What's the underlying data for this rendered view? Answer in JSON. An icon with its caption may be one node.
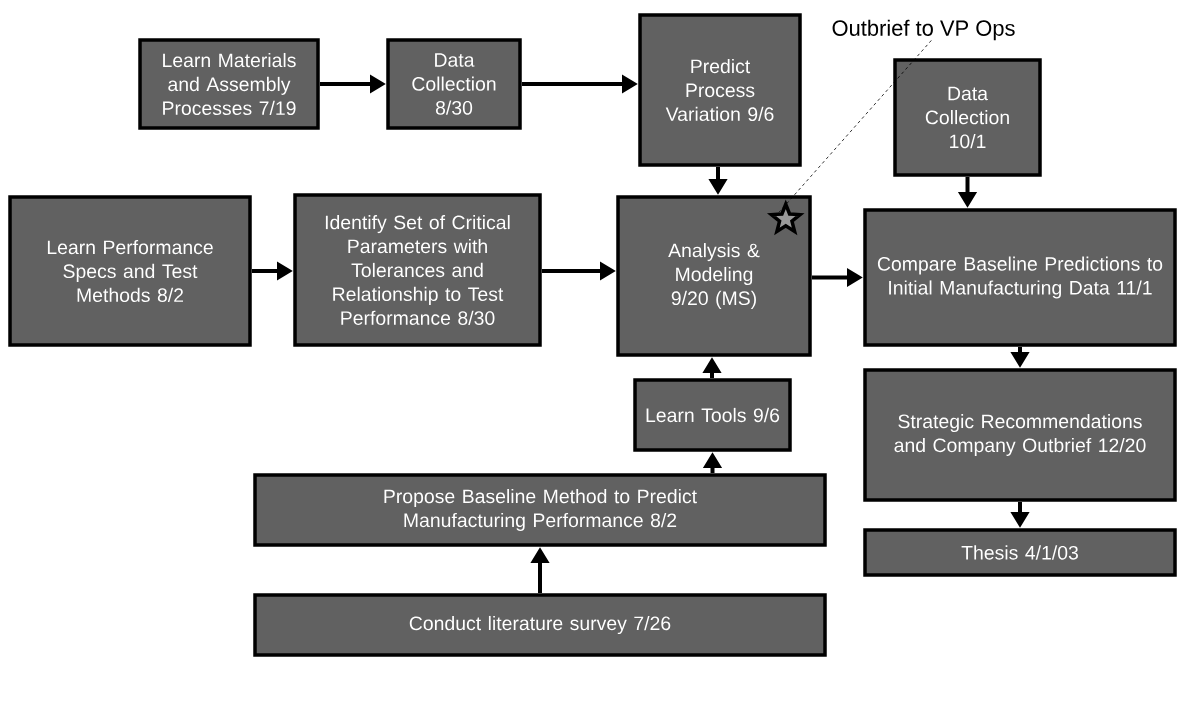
{
  "diagram": {
    "nodes": [
      {
        "text": [
          "Learn Materials and Assembly Processes 7/19"
        ]
      },
      {
        "text": [
          "Data Collection 8/30"
        ]
      },
      {
        "text": [
          "Predict Process Variation 9/6"
        ]
      },
      {
        "text": [
          "Outbrief to VP Ops"
        ]
      },
      {
        "text": [
          "Data Collection 10/1"
        ]
      },
      {
        "text": [
          "Learn Performance Specs and Test Methods 8/2"
        ]
      },
      {
        "text": [
          "Identify Set of Critical Parameters with Tolerances and Relationship to Test Performance 8/30"
        ]
      },
      {
        "text": [
          "Analysis & Modeling 9/20 (MS)"
        ]
      },
      {
        "text": [],
        "shape": "star",
        "in": 7
      },
      {
        "text": [
          "Compare Baseline Predictions to Initial Manufacturing Data 11/1"
        ]
      },
      {
        "text": [
          "Learn Tools 9/6"
        ]
      },
      {
        "text": [
          "Strategic Recommendations and Company Outbrief 12/20"
        ]
      },
      {
        "text": [
          "Propose Baseline Method to Predict Manufacturing Performance 8/2"
        ]
      },
      {
        "text": [
          "Thesis 4/1/03"
        ]
      },
      {
        "text": [
          "Conduct literature survey 7/26"
        ]
      }
    ],
    "edges": [
      {
        "from": 0,
        "to": 1,
        "arrow": "to"
      },
      {
        "from": 1,
        "to": 2,
        "arrow": "to"
      },
      {
        "from": 2,
        "to": 7,
        "arrow": "to"
      },
      {
        "from": 3,
        "to": 8,
        "arrow": "none",
        "style": "dashed"
      },
      {
        "from": 4,
        "to": 9,
        "arrow": "to"
      },
      {
        "from": 5,
        "to": 6,
        "arrow": "to"
      },
      {
        "from": 6,
        "to": 7,
        "arrow": "to"
      },
      {
        "from": 7,
        "to": 9,
        "arrow": "to"
      },
      {
        "from": 10,
        "to": 7,
        "arrow": "to"
      },
      {
        "from": 12,
        "to": 10,
        "arrow": "to"
      },
      {
        "from": 14,
        "to": 12,
        "arrow": "to"
      },
      {
        "from": 9,
        "to": 11,
        "arrow": "to"
      },
      {
        "from": 11,
        "to": 13,
        "arrow": "to"
      }
    ]
  }
}
